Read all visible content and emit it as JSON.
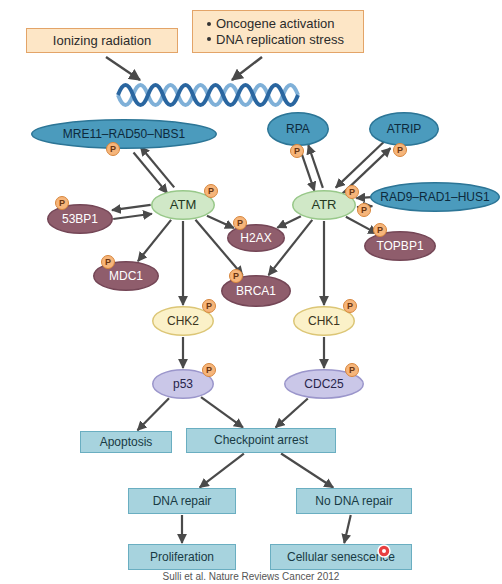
{
  "diagram": {
    "caption": "Sulli et al. Nature Reviews Cancer 2012",
    "nodes": [
      {
        "text": [
          "Ionizing radiation"
        ]
      },
      {
        "text": [
          "Oncogene activation",
          "DNA replication stress"
        ]
      },
      {
        "text": [
          "MRE11–RAD50–NBS1"
        ]
      },
      {
        "text": [
          "RPA"
        ]
      },
      {
        "text": [
          "ATRIP"
        ]
      },
      {
        "text": [
          "ATM"
        ]
      },
      {
        "text": [
          "ATR"
        ]
      },
      {
        "text": [
          "RAD9–RAD1–HUS1"
        ]
      },
      {
        "text": [
          "53BP1"
        ]
      },
      {
        "text": [
          "H2AX"
        ]
      },
      {
        "text": [
          "TOPBP1"
        ]
      },
      {
        "text": [
          "MDC1"
        ]
      },
      {
        "text": [
          "BRCA1"
        ]
      },
      {
        "text": [
          "CHK2"
        ]
      },
      {
        "text": [
          "CHK1"
        ]
      },
      {
        "text": [
          "p53"
        ]
      },
      {
        "text": [
          "CDC25"
        ]
      },
      {
        "text": [
          "Apoptosis"
        ]
      },
      {
        "text": [
          "Checkpoint arrest"
        ]
      },
      {
        "text": [
          "DNA repair"
        ]
      },
      {
        "text": [
          "No DNA repair"
        ]
      },
      {
        "text": [
          "Proliferation"
        ]
      },
      {
        "text": [
          "Cellular senescence"
        ]
      }
    ],
    "edges": [
      {
        "from": 2,
        "to": 5,
        "arrow": "to"
      },
      {
        "from": 5,
        "to": 2,
        "arrow": "to"
      },
      {
        "from": 3,
        "to": 6,
        "arrow": "to"
      },
      {
        "from": 6,
        "to": 3,
        "arrow": "to"
      },
      {
        "from": 4,
        "to": 6,
        "arrow": "to"
      },
      {
        "from": 6,
        "to": 4,
        "arrow": "to"
      },
      {
        "from": 7,
        "to": 6,
        "arrow": "to"
      },
      {
        "from": 6,
        "to": 7,
        "arrow": "to"
      },
      {
        "from": 5,
        "to": 8,
        "arrow": "to"
      },
      {
        "from": 8,
        "to": 5,
        "arrow": "to"
      },
      {
        "from": 5,
        "to": 9,
        "arrow": "to"
      },
      {
        "from": 6,
        "to": 9,
        "arrow": "to"
      },
      {
        "from": 6,
        "to": 10,
        "arrow": "to"
      },
      {
        "from": 5,
        "to": 11,
        "arrow": "to"
      },
      {
        "from": 5,
        "to": 12,
        "arrow": "to"
      },
      {
        "from": 6,
        "to": 12,
        "arrow": "to"
      },
      {
        "from": 5,
        "to": 13,
        "arrow": "to"
      },
      {
        "from": 6,
        "to": 14,
        "arrow": "to"
      },
      {
        "from": 13,
        "to": 15,
        "arrow": "to"
      },
      {
        "from": 14,
        "to": 16,
        "arrow": "to"
      },
      {
        "from": 15,
        "to": 17,
        "arrow": "to"
      },
      {
        "from": 15,
        "to": 18,
        "arrow": "to"
      },
      {
        "from": 16,
        "to": 18,
        "arrow": "to"
      },
      {
        "from": 18,
        "to": 19,
        "arrow": "to"
      },
      {
        "from": 18,
        "to": 20,
        "arrow": "to"
      },
      {
        "from": 19,
        "to": 21,
        "arrow": "to"
      },
      {
        "from": 20,
        "to": 22,
        "arrow": "to"
      }
    ],
    "labels": [
      "P",
      "P",
      "P",
      "P",
      "P",
      "P",
      "P",
      "P",
      "P",
      "P",
      "P",
      "P",
      "P",
      "P",
      "P"
    ]
  }
}
